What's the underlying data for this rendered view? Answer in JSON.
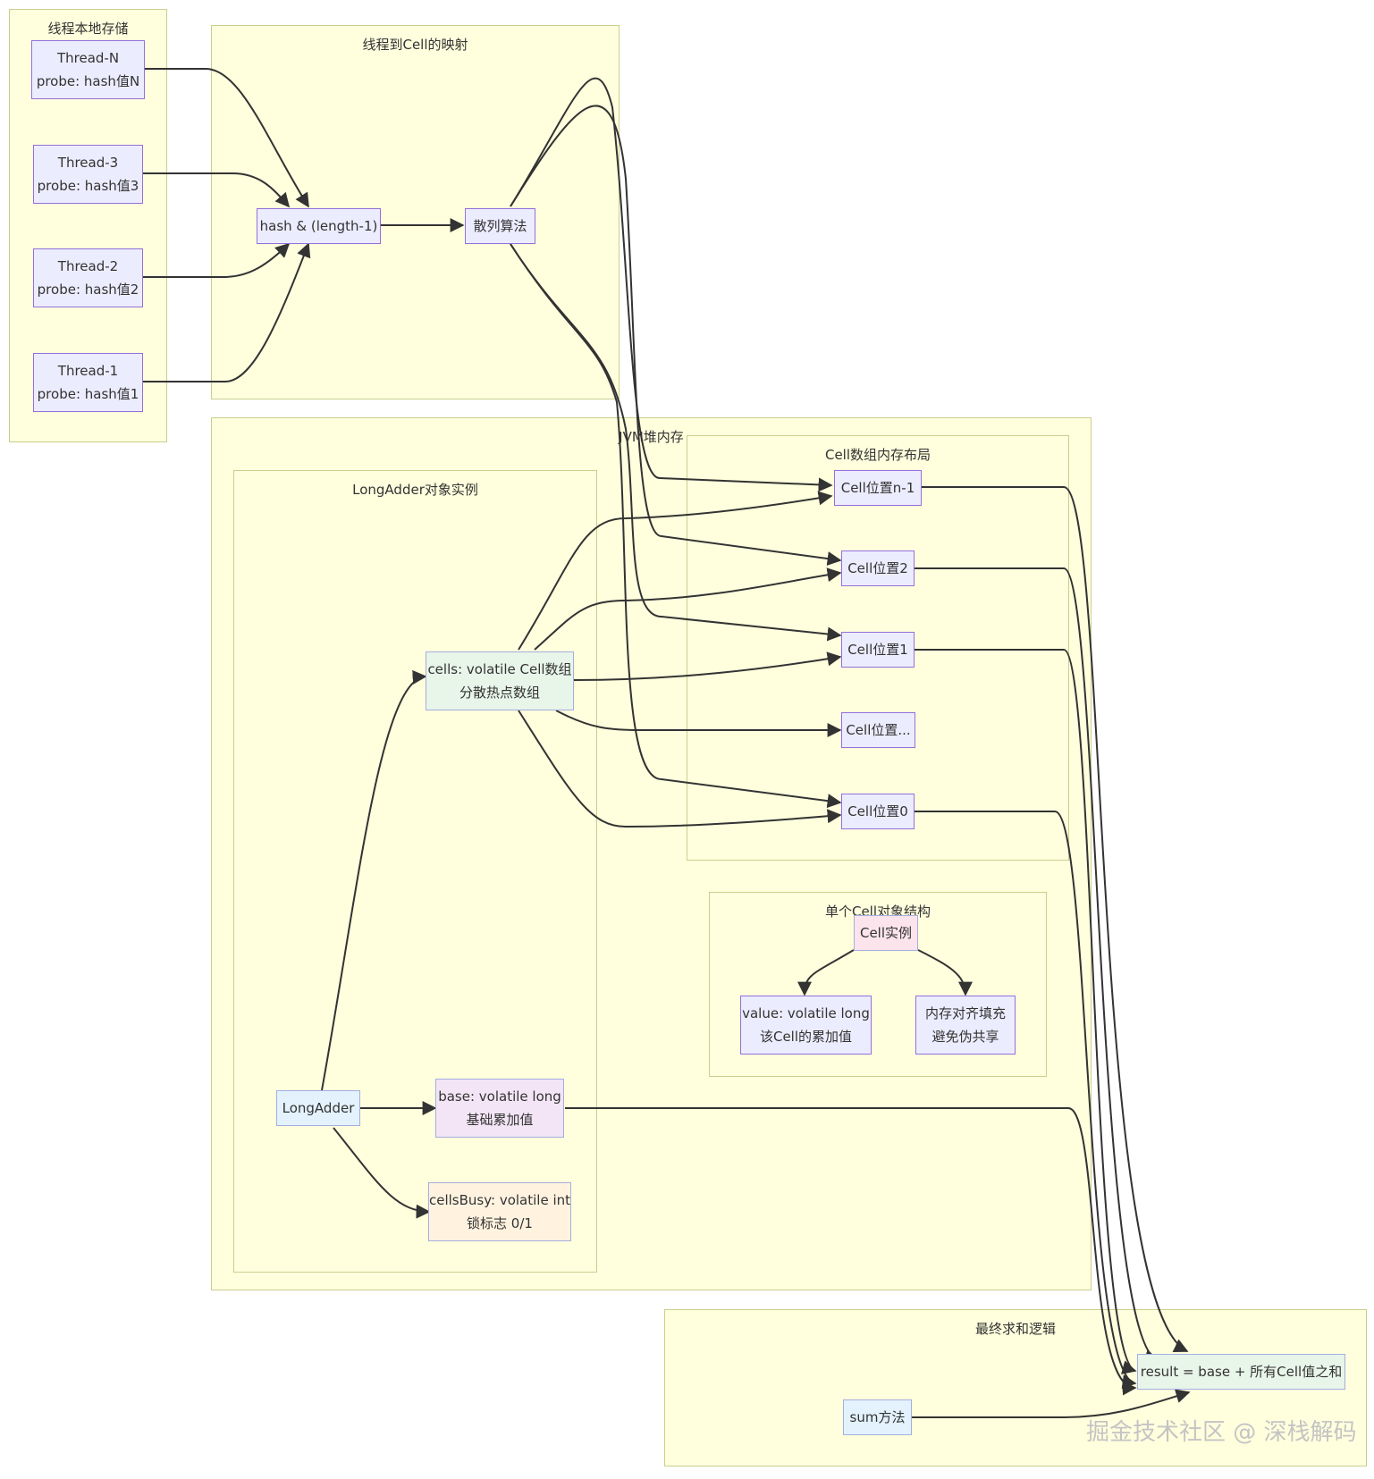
{
  "clusters": {
    "thread_local": "线程本地存储",
    "mapping": "线程到Cell的映射",
    "jvm_heap": "JVM堆内存",
    "cell_array_layout": "Cell数组内存布局",
    "long_adder_instance": "LongAdder对象实例",
    "single_cell": "单个Cell对象结构",
    "final_sum": "最终求和逻辑"
  },
  "nodes": {
    "thread_n": {
      "line1": "Thread-N",
      "line2": "probe: hash值N"
    },
    "thread_3": {
      "line1": "Thread-3",
      "line2": "probe: hash值3"
    },
    "thread_2": {
      "line1": "Thread-2",
      "line2": "probe: hash值2"
    },
    "thread_1": {
      "line1": "Thread-1",
      "line2": "probe: hash值1"
    },
    "hash_and": {
      "line1": "hash & (length-1)"
    },
    "hash_algo": {
      "line1": "散列算法"
    },
    "cell_n1": {
      "line1": "Cell位置n-1"
    },
    "cell_2": {
      "line1": "Cell位置2"
    },
    "cell_1": {
      "line1": "Cell位置1"
    },
    "cell_etc": {
      "line1": "Cell位置..."
    },
    "cell_0": {
      "line1": "Cell位置0"
    },
    "cells": {
      "line1": "cells: volatile Cell数组",
      "line2": "分散热点数组"
    },
    "long_adder": {
      "line1": "LongAdder"
    },
    "base": {
      "line1": "base: volatile long",
      "line2": "基础累加值"
    },
    "cells_busy": {
      "line1": "cellsBusy: volatile int",
      "line2": "锁标志 0/1"
    },
    "cell_instance": {
      "line1": "Cell实例"
    },
    "cell_value": {
      "line1": "value: volatile long",
      "line2": "该Cell的累加值"
    },
    "cell_padding": {
      "line1": "内存对齐填充",
      "line2": "避免伪共享"
    },
    "result": {
      "line1": "result = base + 所有Cell值之和"
    },
    "sum_method": {
      "line1": "sum方法"
    }
  },
  "edges": [
    [
      "thread_n",
      "hash_and"
    ],
    [
      "thread_3",
      "hash_and"
    ],
    [
      "thread_2",
      "hash_and"
    ],
    [
      "thread_1",
      "hash_and"
    ],
    [
      "hash_and",
      "hash_algo"
    ],
    [
      "hash_algo",
      "cell_n1"
    ],
    [
      "hash_algo",
      "cell_2"
    ],
    [
      "hash_algo",
      "cell_1"
    ],
    [
      "hash_algo",
      "cell_0"
    ],
    [
      "long_adder",
      "cells"
    ],
    [
      "long_adder",
      "base"
    ],
    [
      "long_adder",
      "cells_busy"
    ],
    [
      "cells",
      "cell_n1"
    ],
    [
      "cells",
      "cell_2"
    ],
    [
      "cells",
      "cell_1"
    ],
    [
      "cells",
      "cell_etc"
    ],
    [
      "cells",
      "cell_0"
    ],
    [
      "cell_instance",
      "cell_value"
    ],
    [
      "cell_instance",
      "cell_padding"
    ],
    [
      "cell_n1",
      "result"
    ],
    [
      "cell_2",
      "result"
    ],
    [
      "cell_1",
      "result"
    ],
    [
      "cell_0",
      "result"
    ],
    [
      "base",
      "result"
    ],
    [
      "sum_method",
      "result"
    ]
  ],
  "colors": {
    "cluster_fill": "#ffffde",
    "cluster_border": "#c9cf8c",
    "node_default": "#ececff",
    "node_border": "#9370db",
    "edge": "#333333"
  },
  "watermark": "掘金技术社区 @ 深栈解码"
}
